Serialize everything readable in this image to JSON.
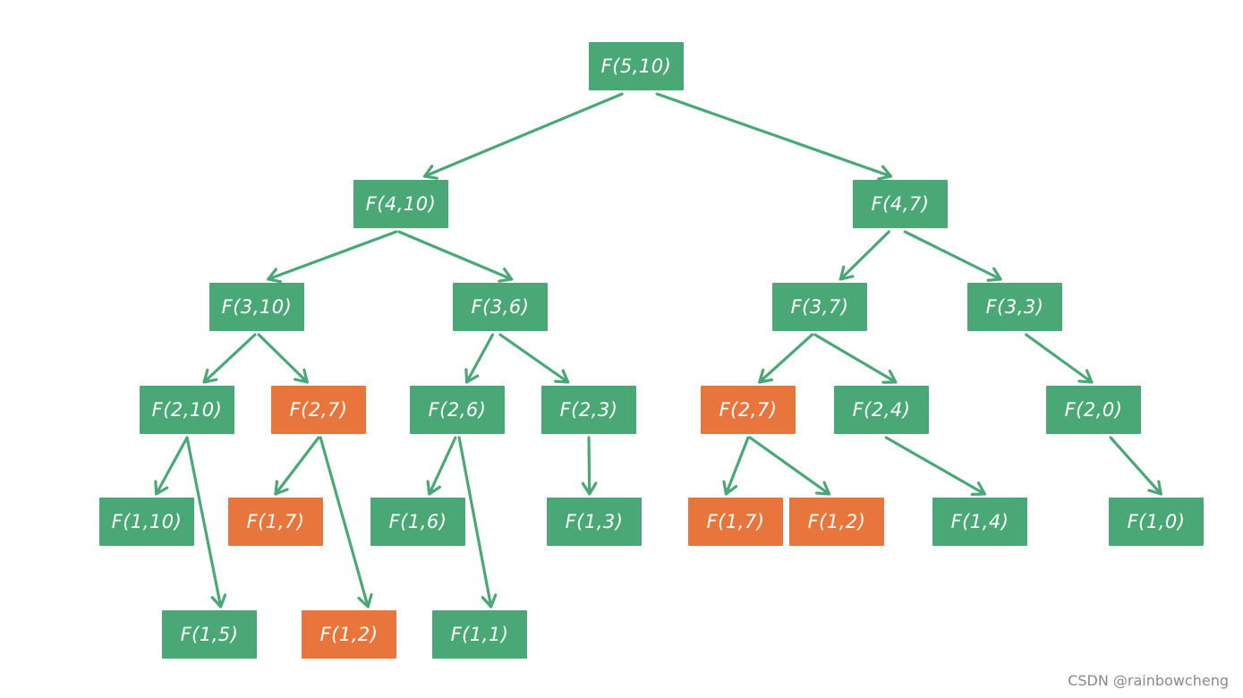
{
  "colors": {
    "normal": "#4aa877",
    "duplicate": "#e8763c",
    "edge": "#4aa877"
  },
  "nodes": [
    {
      "id": "n510",
      "label": "F(5,10)",
      "dup": false
    },
    {
      "id": "n410",
      "label": "F(4,10)",
      "dup": false
    },
    {
      "id": "n47",
      "label": "F(4,7)",
      "dup": false
    },
    {
      "id": "n310",
      "label": "F(3,10)",
      "dup": false
    },
    {
      "id": "n36",
      "label": "F(3,6)",
      "dup": false
    },
    {
      "id": "n37",
      "label": "F(3,7)",
      "dup": false
    },
    {
      "id": "n33",
      "label": "F(3,3)",
      "dup": false
    },
    {
      "id": "n210",
      "label": "F(2,10)",
      "dup": false
    },
    {
      "id": "n27a",
      "label": "F(2,7)",
      "dup": true
    },
    {
      "id": "n26",
      "label": "F(2,6)",
      "dup": false
    },
    {
      "id": "n23",
      "label": "F(2,3)",
      "dup": false
    },
    {
      "id": "n27b",
      "label": "F(2,7)",
      "dup": true
    },
    {
      "id": "n24",
      "label": "F(2,4)",
      "dup": false
    },
    {
      "id": "n20",
      "label": "F(2,0)",
      "dup": false
    },
    {
      "id": "n110",
      "label": "F(1,10)",
      "dup": false
    },
    {
      "id": "n17a",
      "label": "F(1,7)",
      "dup": true
    },
    {
      "id": "n16",
      "label": "F(1,6)",
      "dup": false
    },
    {
      "id": "n13",
      "label": "F(1,3)",
      "dup": false
    },
    {
      "id": "n17b",
      "label": "F(1,7)",
      "dup": true
    },
    {
      "id": "n12b",
      "label": "F(1,2)",
      "dup": true
    },
    {
      "id": "n14",
      "label": "F(1,4)",
      "dup": false
    },
    {
      "id": "n10",
      "label": "F(1,0)",
      "dup": false
    },
    {
      "id": "n15",
      "label": "F(1,5)",
      "dup": false
    },
    {
      "id": "n12a",
      "label": "F(1,2)",
      "dup": true
    },
    {
      "id": "n11",
      "label": "F(1,1)",
      "dup": false
    }
  ],
  "edges": [
    [
      "n510",
      "n410"
    ],
    [
      "n510",
      "n47"
    ],
    [
      "n410",
      "n310"
    ],
    [
      "n410",
      "n36"
    ],
    [
      "n47",
      "n37"
    ],
    [
      "n47",
      "n33"
    ],
    [
      "n310",
      "n210"
    ],
    [
      "n310",
      "n27a"
    ],
    [
      "n36",
      "n26"
    ],
    [
      "n36",
      "n23"
    ],
    [
      "n37",
      "n27b"
    ],
    [
      "n37",
      "n24"
    ],
    [
      "n33",
      "n20"
    ],
    [
      "n210",
      "n110"
    ],
    [
      "n210",
      "n15"
    ],
    [
      "n27a",
      "n17a"
    ],
    [
      "n27a",
      "n12a"
    ],
    [
      "n26",
      "n16"
    ],
    [
      "n26",
      "n11"
    ],
    [
      "n23",
      "n13"
    ],
    [
      "n27b",
      "n17b"
    ],
    [
      "n27b",
      "n12b"
    ],
    [
      "n24",
      "n14"
    ],
    [
      "n20",
      "n10"
    ]
  ],
  "watermark": "CSDN @rainbowcheng"
}
